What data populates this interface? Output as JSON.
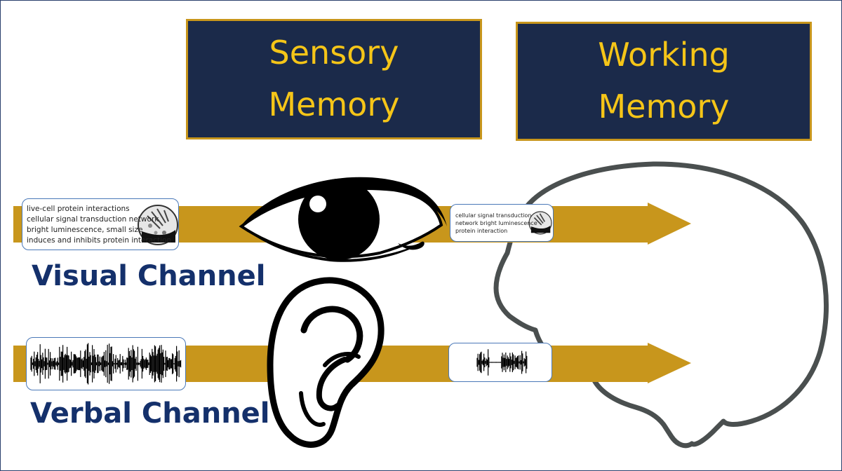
{
  "headers": {
    "sensory": [
      "Sensory",
      "Memory"
    ],
    "working": [
      "Working",
      "Memory"
    ]
  },
  "channels": {
    "visual": "Visual Channel",
    "verbal": "Verbal Channel"
  },
  "cards": {
    "visual_sensory_text": "live-cell protein interactions\ncellular signal transduction network\nbright luminescence, small size\ninduces and inhibits protein interaction",
    "visual_working_text": "cellular signal transduction\nnetwork bright luminescence\nprotein interaction"
  },
  "colors": {
    "header_bg": "#1b2a4a",
    "header_text": "#f5c518",
    "header_border": "#c8961c",
    "arrow": "#c8961c",
    "channel_label": "#14306b",
    "card_border": "#4a78b8"
  },
  "icons": [
    "eye-icon",
    "ear-icon",
    "brain-outline-icon",
    "cell-illustration-icon",
    "sound-waveform-icon"
  ]
}
